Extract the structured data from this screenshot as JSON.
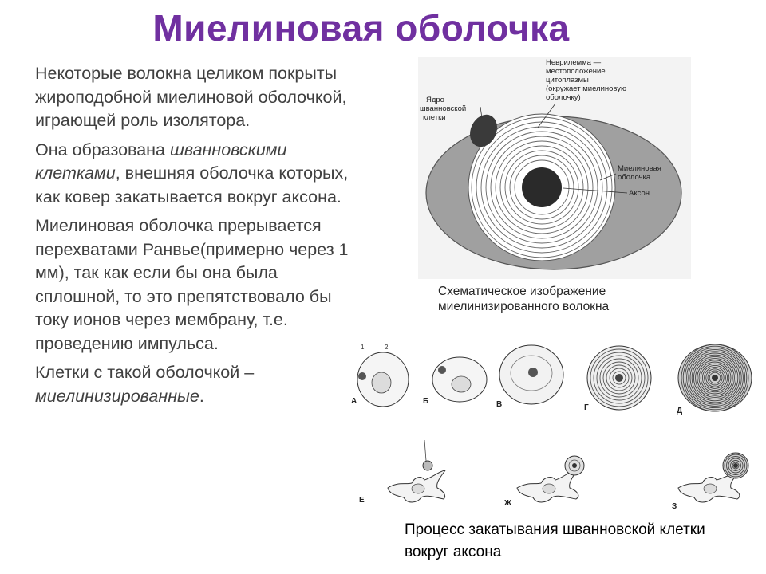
{
  "slide": {
    "title": "Миелиновая оболочка",
    "paragraphs": {
      "p1": "Некоторые волокна целиком покрыты жироподобной миелиновой оболочкой, играющей роль изолятора.",
      "p2_before": "Она образована ",
      "p2_italic": "шванновскими клетками",
      "p2_after": ", внешняя оболочка которых, как ковер закатывается вокруг аксона.",
      "p3": "Миелиновая оболочка прерывается перехватами Ранвье(примерно через 1 мм), так как если бы она была сплошной, то это препятствовало бы току ионов через мембрану, т.е. проведению импульса.",
      "p4_before": "Клетки с такой оболочкой – ",
      "p4_italic": "миелинизированные",
      "p4_after": "."
    }
  },
  "figure1": {
    "label_neurilemma": [
      "Неврилемма —",
      "местоположение",
      "цитоплазмы",
      "(окружает миелиновую",
      "оболочку)"
    ],
    "label_nucleus": [
      "Ядро",
      "шванновской",
      "клетки"
    ],
    "label_myelin": [
      "Миелиновая",
      "оболочка"
    ],
    "label_axon": "Аксон",
    "caption": "Схематическое изображение миелинизированного волокна"
  },
  "figure2": {
    "stage_labels": [
      "А",
      "Б",
      "В",
      "Г",
      "Д",
      "Е",
      "Ж",
      "З"
    ],
    "number_labels": [
      "1",
      "2"
    ],
    "caption": "Процесс закатывания шванновской клетки вокруг аксона"
  },
  "colors": {
    "title": "#7030a0",
    "body_text": "#404040",
    "outer_sheath": "#9a9a9a",
    "axon": "#2a2a2a"
  }
}
